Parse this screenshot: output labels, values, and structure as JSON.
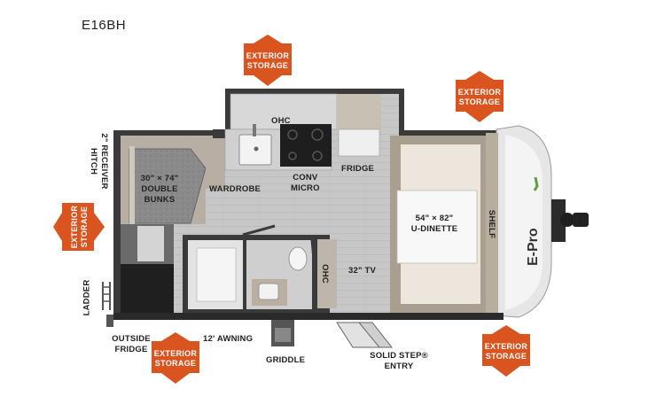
{
  "model": "E16BH",
  "brand_logo": "E-Pro",
  "badges": [
    {
      "line1": "EXTERIOR",
      "line2": "STORAGE"
    },
    {
      "line1": "EXTERIOR",
      "line2": "STORAGE"
    },
    {
      "line1": "EXTERIOR",
      "line2": "STORAGE"
    },
    {
      "line1": "EXTERIOR",
      "line2": "STORAGE"
    },
    {
      "line1": "EXTERIOR",
      "line2": "STORAGE"
    }
  ],
  "labels": {
    "ohc_top": "OHC",
    "conv_micro_1": "CONV",
    "conv_micro_2": "MICRO",
    "fridge": "FRIDGE",
    "wardrobe": "WARDROBE",
    "bunks_1": "30\" × 74\"",
    "bunks_2": "DOUBLE",
    "bunks_3": "BUNKS",
    "dinette_1": "54\" × 82\"",
    "dinette_2": "U-DINETTE",
    "shelf": "SHELF",
    "ohc_side": "OHC",
    "tv": "32\" TV",
    "receiver_1": "2\" RECEIVER",
    "receiver_2": "HITCH",
    "ladder": "LADDER",
    "outside_fridge_1": "OUTSIDE",
    "outside_fridge_2": "FRIDGE",
    "awning": "12' AWNING",
    "griddle": "GRIDDLE",
    "entry_1": "SOLID STEP® ",
    "entry_2": "ENTRY"
  },
  "colors": {
    "badge": "#d9541e",
    "badge_dark": "#b84012",
    "wall": "#3a3a3a",
    "floor": "#c9c9c9",
    "cabinet": "#bdb6ac",
    "bunk": "#8b8b8b",
    "dinette": "#ece6dc",
    "cushion": "#a89f90",
    "nose": "#e9e9e9"
  }
}
